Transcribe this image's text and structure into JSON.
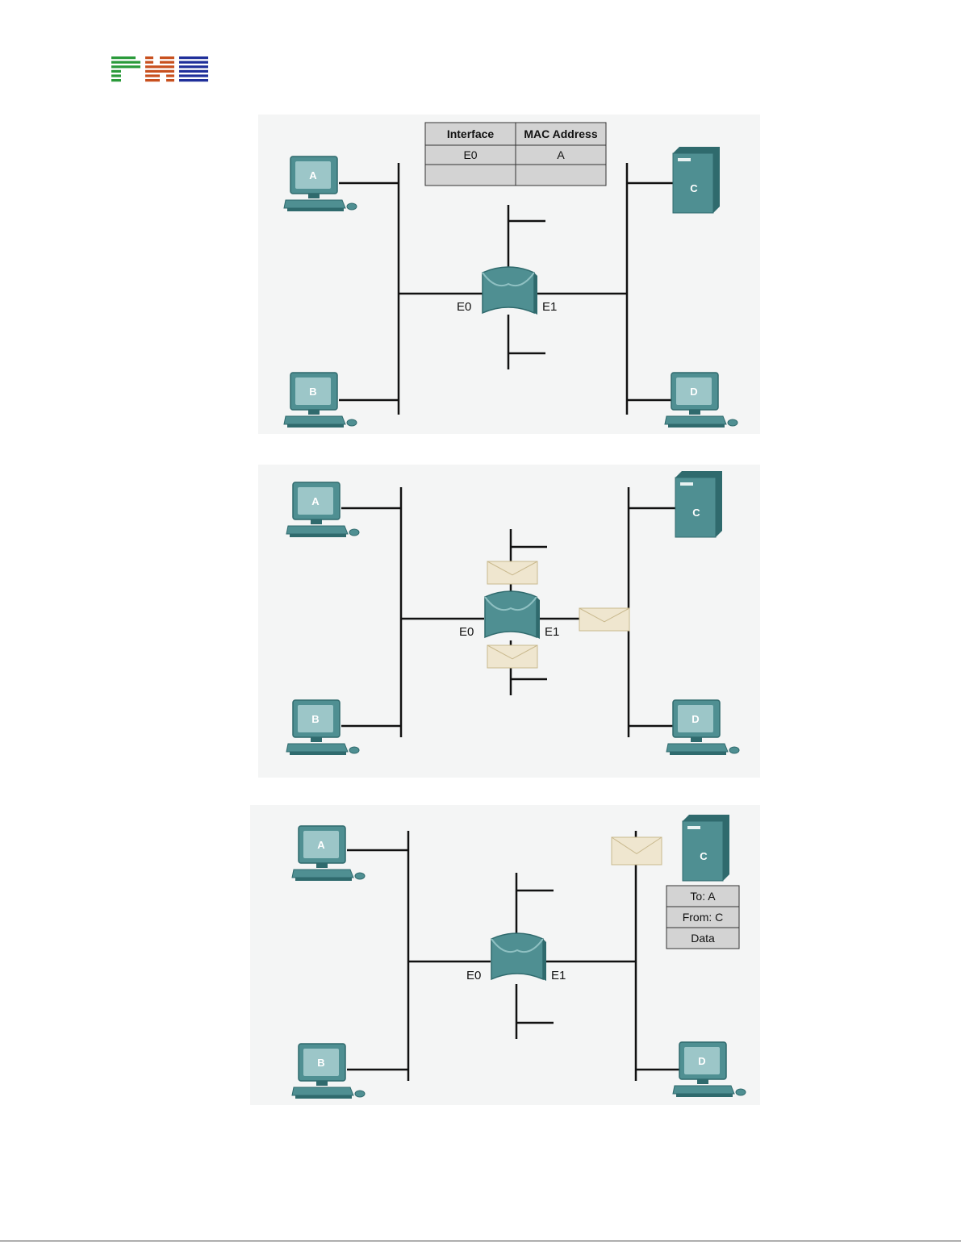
{
  "logo": {
    "text": "PNM",
    "colors": [
      "#2a9a3a",
      "#c8501e",
      "#1f2f9a"
    ]
  },
  "colors": {
    "panel_bg": "#f4f5f5",
    "device_teal": "#4f8f92",
    "device_teal_dark": "#2f6a6d",
    "screen": "#9cc6c8",
    "table_fill": "#d3d3d3",
    "envelope": "#efe6cf",
    "line": "#111111"
  },
  "panel1": {
    "node_a": "A",
    "node_b": "B",
    "node_c": "C",
    "node_d": "D",
    "port_e0": "E0",
    "port_e1": "E1",
    "mac_table": {
      "headers": [
        "Interface",
        "MAC Address"
      ],
      "rows": [
        [
          "E0",
          "A"
        ],
        [
          "",
          ""
        ]
      ]
    }
  },
  "panel2": {
    "node_a": "A",
    "node_b": "B",
    "node_c": "C",
    "node_d": "D",
    "port_e0": "E0",
    "port_e1": "E1"
  },
  "panel3": {
    "node_a": "A",
    "node_b": "B",
    "node_c": "C",
    "node_d": "D",
    "port_e0": "E0",
    "port_e1": "E1",
    "frame": {
      "to": "To: A",
      "from": "From: C",
      "data": "Data"
    }
  }
}
